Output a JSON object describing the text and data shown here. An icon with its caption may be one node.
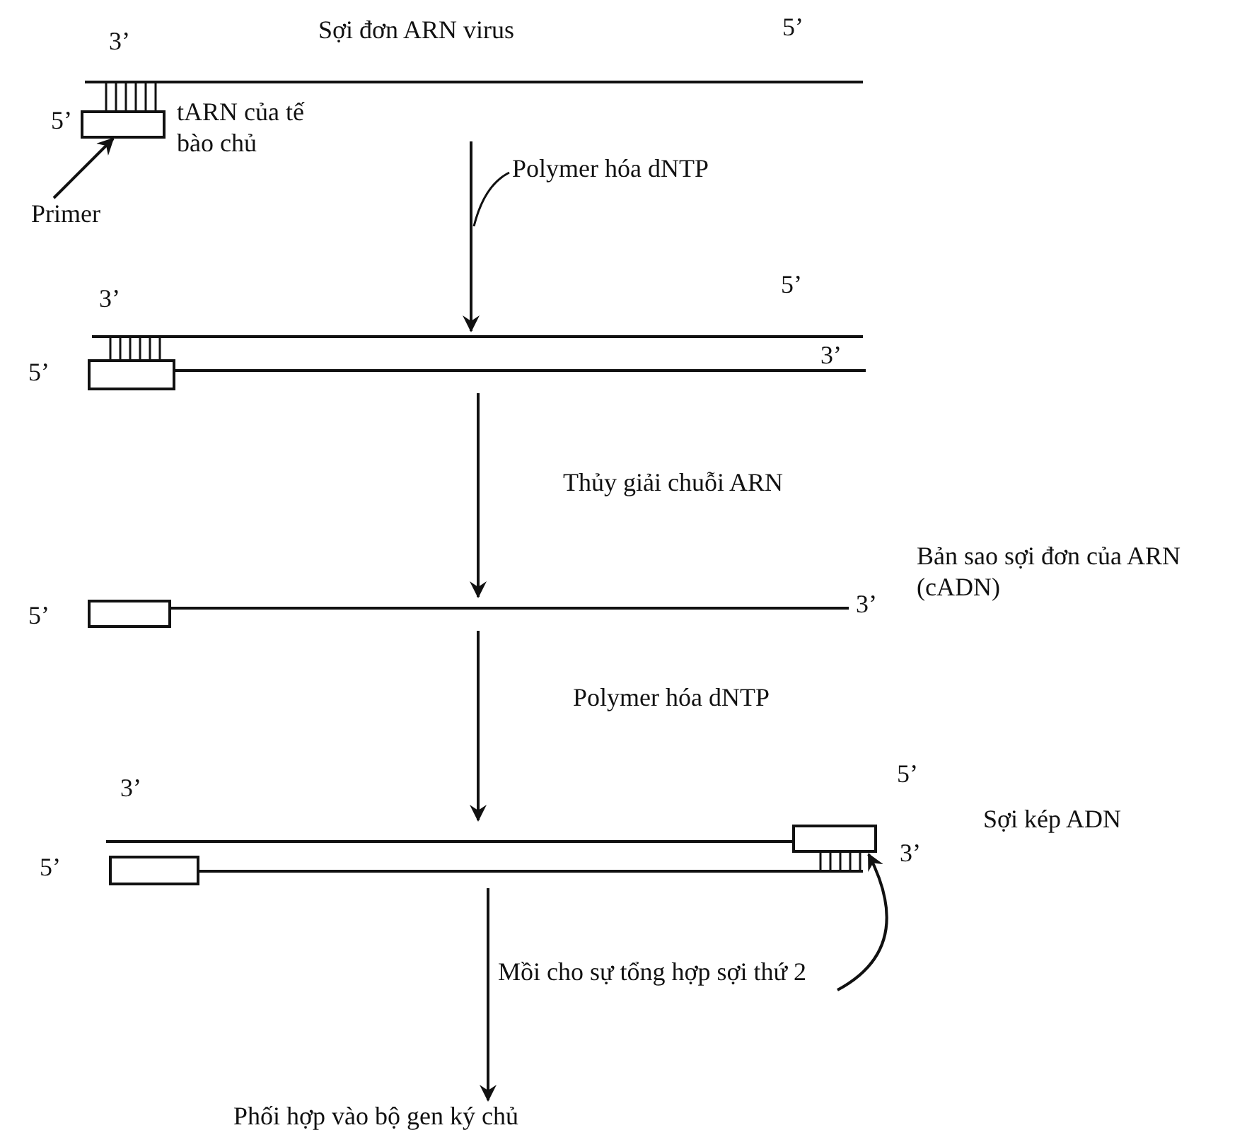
{
  "diagram": {
    "nodes": [
      {
        "text": [],
        "shape": "picture",
        "beside": [
          "Sợi đơn ARN virus"
        ]
      },
      {
        "text": [],
        "shape": "box"
      },
      {
        "text": [
          "Primer"
        ]
      },
      {
        "text": [],
        "shape": "picture"
      },
      {
        "text": [],
        "shape": "picture",
        "beside": [
          "Bản sao sợi đơn của ARN (cADN)"
        ]
      },
      {
        "text": [],
        "shape": "picture"
      },
      {
        "text": [],
        "shape": "box"
      },
      {
        "text": [
          "Mồi cho sự tổng hợp sợi thứ 2"
        ]
      },
      {
        "text": [
          "Phối hợp vào bộ gen ký chủ"
        ]
      }
    ],
    "edges": [
      {
        "from": 2,
        "to": 1,
        "arrow": "to"
      },
      {
        "from": 0,
        "to": 3,
        "arrow": "to",
        "label": "Polymer hóa dNTP"
      },
      {
        "from": 3,
        "to": 4,
        "arrow": "to",
        "label": "Thủy giải chuỗi ARN"
      },
      {
        "from": 4,
        "to": 5,
        "arrow": "to",
        "label": "Polymer hóa dNTP"
      },
      {
        "from": 5,
        "to": 8,
        "arrow": "to"
      },
      {
        "from": 7,
        "to": 6,
        "arrow": "to"
      }
    ],
    "labels": [
      "3’",
      "5’",
      "5’",
      "tARN của tế bào chủ",
      "3’",
      "5’",
      "5’",
      "3’",
      "5’",
      "3’",
      "3’",
      "5’",
      "Sợi kép ADN",
      "5’",
      "3’"
    ]
  }
}
